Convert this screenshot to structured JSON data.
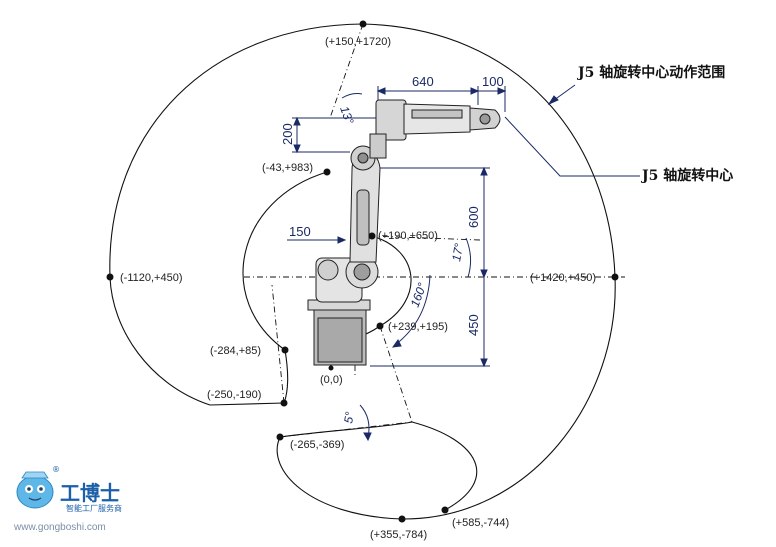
{
  "callouts": {
    "range": "J5 轴旋转中心动作范围",
    "center": "J5 轴旋转中心"
  },
  "dimensions": {
    "d640": "640",
    "d100": "100",
    "d200": "200",
    "d150": "150",
    "d600": "600",
    "d450": "450"
  },
  "angles": {
    "a13": "13°",
    "a17": "17°",
    "a160": "160°",
    "a5": "5°"
  },
  "points": {
    "top": "(+150,+1720)",
    "p_43_983": "(-43,+983)",
    "p190_650": "(+190,+650)",
    "p_1120_450": "(-1120,+450)",
    "p1420_450": "(+1420,+450)",
    "p239_195": "(+239,+195)",
    "p_284_85": "(-284,+85)",
    "origin": "(0,0)",
    "p_250_190": "(-250,-190)",
    "p_265_369": "(-265,-369)",
    "p355_784": "(+355,-784)",
    "p585_744": "(+585,-744)"
  },
  "watermark": {
    "title": "工博士",
    "subtitle": "智能工厂服务商",
    "url": "www.gongboshi.com",
    "registered": "®"
  }
}
